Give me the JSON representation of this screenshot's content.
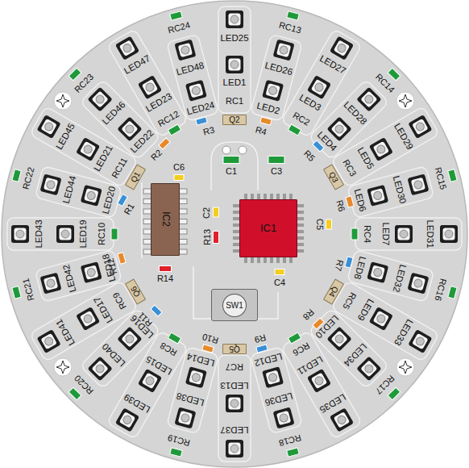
{
  "diagram": {
    "nodes": [
      {
        "text": [
          "Q2"
        ]
      },
      {
        "text": [
          "Q1"
        ]
      },
      {
        "text": [
          "Q3"
        ]
      },
      {
        "text": [
          "IC2"
        ]
      },
      {
        "text": [
          "IC1"
        ]
      },
      {
        "text": [
          "Q6"
        ]
      },
      {
        "text": [
          "Q4"
        ]
      },
      {
        "text": [
          "SW1"
        ]
      },
      {
        "text": [
          "Q5"
        ]
      }
    ],
    "labels": [
      "LED1",
      "LED2",
      "LED3",
      "LED4",
      "LED5",
      "LED6",
      "LED7",
      "LED8",
      "LED9",
      "LED10",
      "LED11",
      "LED12",
      "LED13",
      "LED14",
      "LED15",
      "LED16",
      "LED17",
      "LED18",
      "LED19",
      "LED20",
      "LED21",
      "LED22",
      "LED23",
      "LED24",
      "LED25",
      "LED26",
      "LED27",
      "LED28",
      "LED29",
      "LED30",
      "LED31",
      "LED32",
      "LED33",
      "LED34",
      "LED35",
      "LED36",
      "LED37",
      "LED38",
      "LED39",
      "LED40",
      "LED41",
      "LED42",
      "LED43",
      "LED44",
      "LED45",
      "LED46",
      "LED47",
      "LED48",
      "RC1",
      "RC2",
      "RC3",
      "RC4",
      "RC5",
      "RC6",
      "RC7",
      "RC8",
      "RC9",
      "RC10",
      "RC11",
      "RC12",
      "RC13",
      "RC14",
      "RC15",
      "RC16",
      "RC17",
      "RC18",
      "RC19",
      "RC20",
      "RC21",
      "RC22",
      "RC23",
      "RC24",
      "R1",
      "R2",
      "R3",
      "R4",
      "R5",
      "R6",
      "R7",
      "R8",
      "R9",
      "R10",
      "R11",
      "R12",
      "R13",
      "R14",
      "C1",
      "C2",
      "C3",
      "C4",
      "C5",
      "C6"
    ]
  }
}
